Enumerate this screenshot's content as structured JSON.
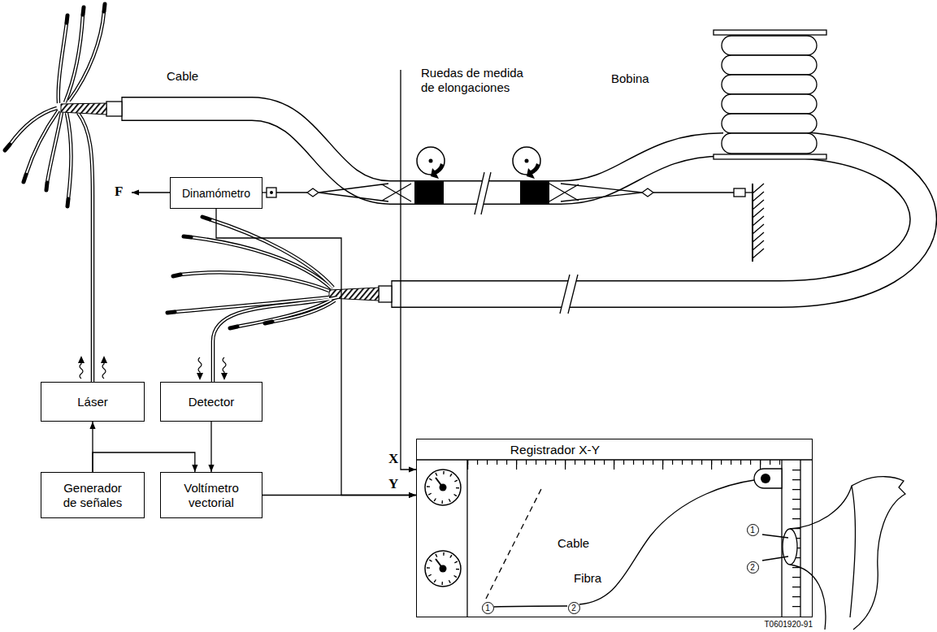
{
  "diagram": {
    "nodes": [
      {
        "text": [
          "Dinamómetro"
        ]
      },
      {
        "text": [
          "Láser"
        ]
      },
      {
        "text": [
          "Detector"
        ]
      },
      {
        "text": [
          "Generador de señales"
        ]
      },
      {
        "text": [
          "Voltímetro vectorial"
        ]
      },
      {
        "text": [
          "Registrador X-Y"
        ]
      }
    ],
    "edges": [
      {
        "from": 3,
        "to": 1,
        "arrow": "to"
      },
      {
        "from": 3,
        "to": 4,
        "arrow": "to"
      },
      {
        "from": 2,
        "to": 4,
        "arrow": "to"
      },
      {
        "from": 4,
        "to": 5,
        "arrow": "to"
      },
      {
        "from": 0,
        "to": 5,
        "arrow": "to"
      }
    ],
    "labels": [
      "Cable",
      "Ruedas de medida de elongaciones",
      "Bobina",
      "F",
      "X",
      "Y",
      "Cable",
      "Fibra",
      "1",
      "2",
      "1",
      "2",
      "T0601920-91"
    ]
  }
}
